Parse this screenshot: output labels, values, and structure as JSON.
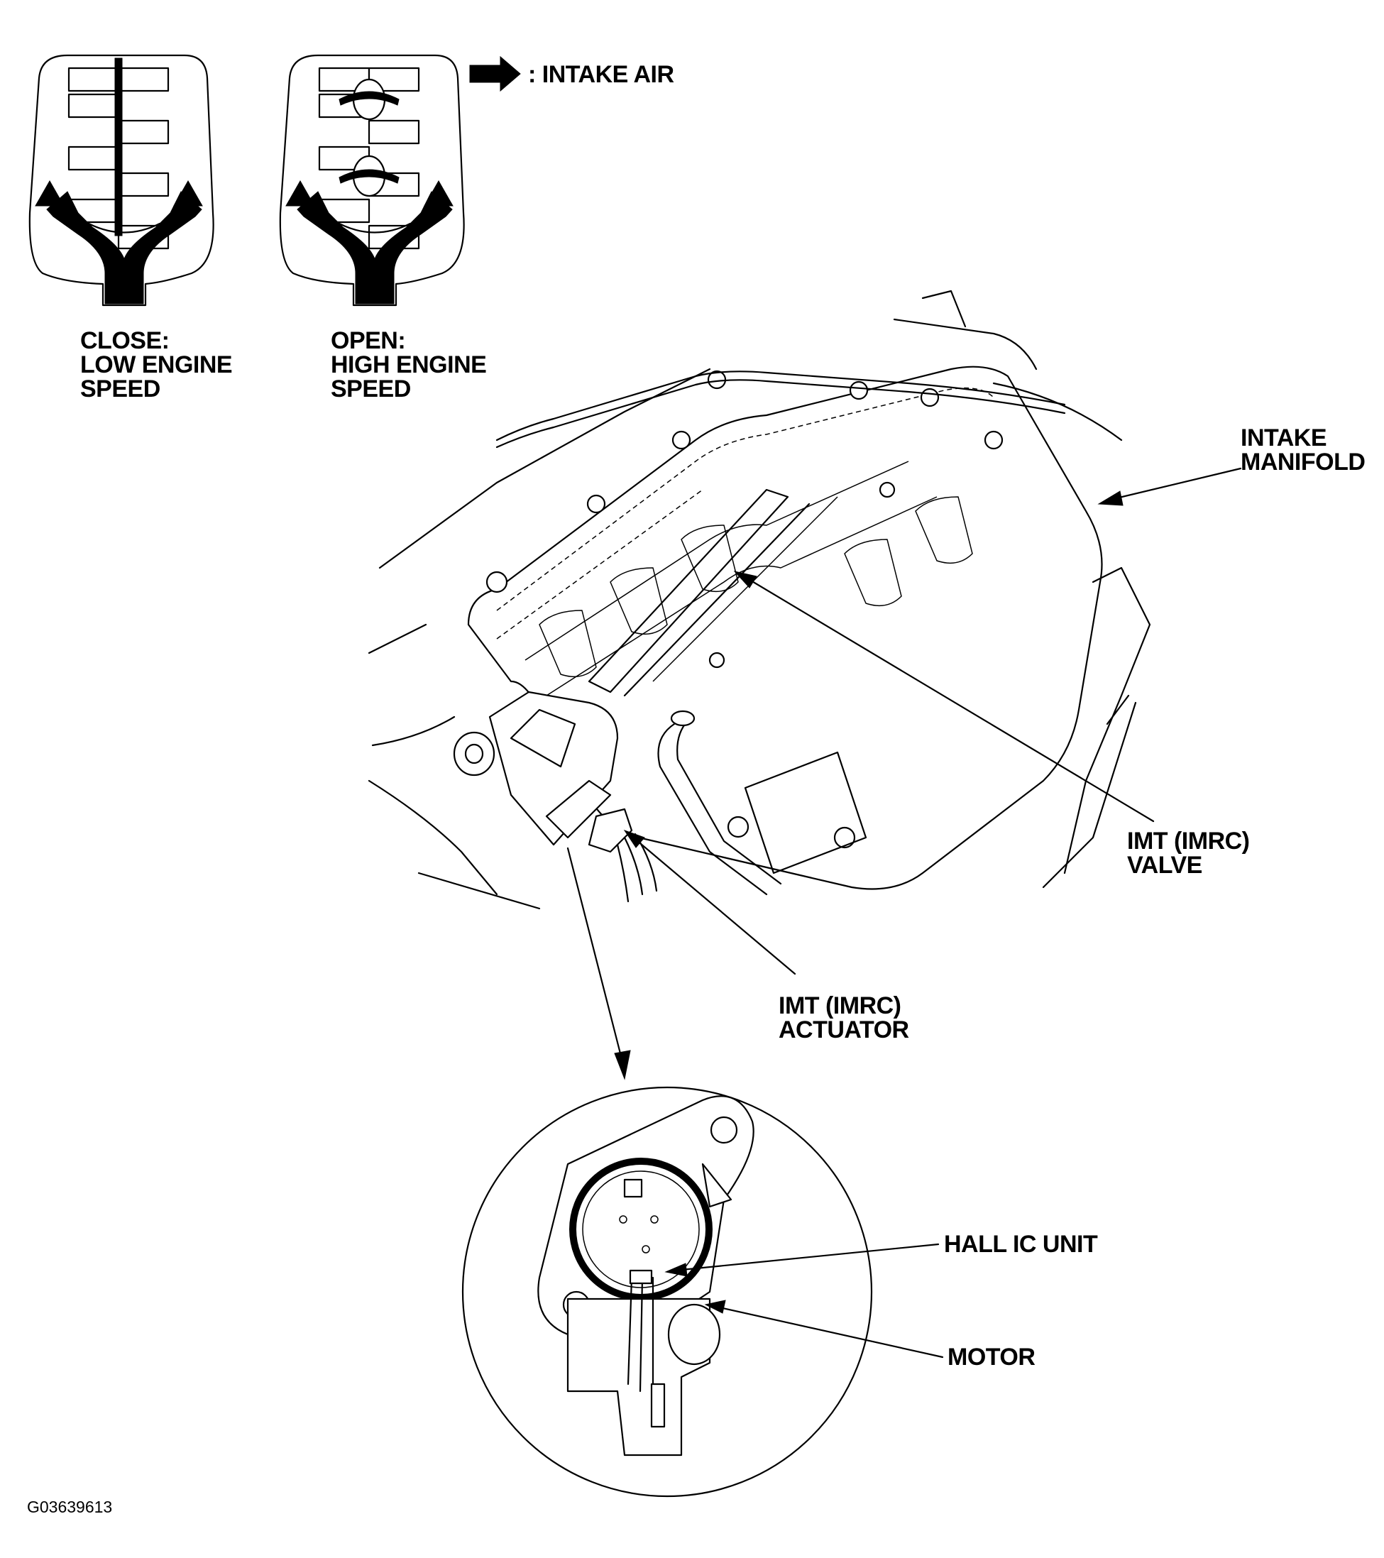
{
  "legend": {
    "intake_air": ": INTAKE AIR"
  },
  "states": {
    "close": [
      "CLOSE:",
      "LOW ENGINE",
      "SPEED"
    ],
    "open": [
      "OPEN:",
      "HIGH ENGINE",
      "SPEED"
    ]
  },
  "labels": {
    "intake_manifold": [
      "INTAKE",
      "MANIFOLD"
    ],
    "imt_valve": [
      "IMT (IMRC)",
      "VALVE"
    ],
    "imt_actuator": [
      "IMT (IMRC)",
      "ACTUATOR"
    ],
    "hall_ic_unit": "HALL IC UNIT",
    "motor": "MOTOR"
  },
  "figure_code": "G03639613",
  "colors": {
    "ink": "#000000",
    "paper": "#ffffff"
  }
}
